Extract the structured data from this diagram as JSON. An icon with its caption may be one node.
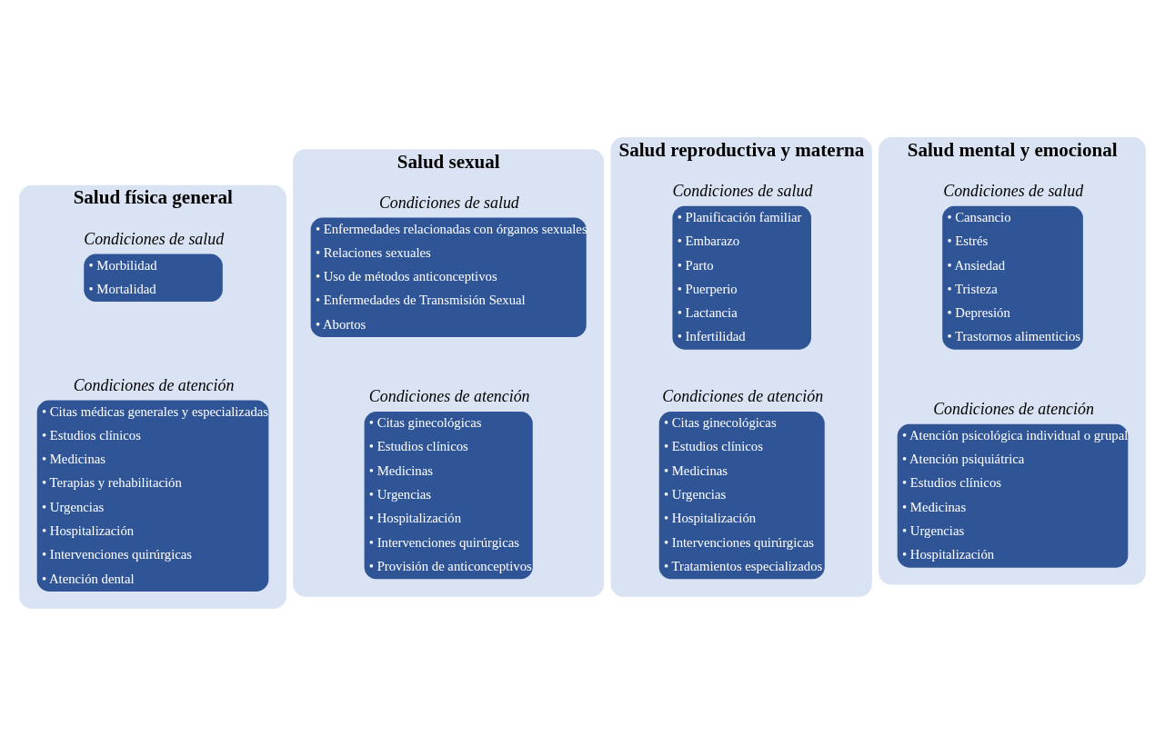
{
  "diagram": {
    "nodes": [
      {
        "text": [
          "Salud física general"
        ]
      },
      {
        "text": [
          "Condiciones de salud",
          "• Morbilidad",
          "• Mortalidad"
        ],
        "in": 0
      },
      {
        "text": [
          "Condiciones de atención",
          "• Citas médicas generales y especializadas",
          "• Estudios clínicos",
          "• Medicinas",
          "• Terapias y rehabilitación",
          "• Urgencias",
          "• Hospitalización",
          "• Intervenciones quirúrgicas",
          "• Atención dental"
        ],
        "in": 0
      },
      {
        "text": [
          "Salud sexual"
        ]
      },
      {
        "text": [
          "Condiciones de salud",
          "• Enfermedades relacionadas con órganos sexuales",
          "• Relaciones sexuales",
          "• Uso de métodos anticonceptivos",
          "• Enfermedades de Transmisión Sexual",
          "• Abortos"
        ],
        "in": 3
      },
      {
        "text": [
          "Condiciones de atención",
          "• Citas ginecológicas",
          "• Estudios clínicos",
          "• Medicinas",
          "• Urgencias",
          "• Hospitalización",
          "• Intervenciones quirúrgicas",
          "• Provisión de anticonceptivos"
        ],
        "in": 3
      },
      {
        "text": [
          "Salud reproductiva y materna"
        ]
      },
      {
        "text": [
          "Condiciones de salud",
          "• Planificación familiar",
          "• Embarazo",
          "• Parto",
          "• Puerperio",
          "• Lactancia",
          "• Infertilidad"
        ],
        "in": 6
      },
      {
        "text": [
          "Condiciones de atención",
          "• Citas ginecológicas",
          "• Estudios clínicos",
          "• Medicinas",
          "• Urgencias",
          "• Hospitalización",
          "• Intervenciones quirúrgicas",
          "• Tratamientos especializados"
        ],
        "in": 6
      },
      {
        "text": [
          "Salud mental y emocional"
        ]
      },
      {
        "text": [
          "Condiciones de salud",
          "• Cansancio",
          "• Estrés",
          "• Ansiedad",
          "• Tristeza",
          "• Depresión",
          "• Trastornos alimenticios"
        ],
        "in": 9
      },
      {
        "text": [
          "Condiciones de atención",
          "• Atención psicológica individual o grupal",
          "• Atención psiquiátrica",
          "• Estudios clínicos",
          "• Medicinas",
          "• Urgencias",
          "• Hospitalización"
        ],
        "in": 9
      }
    ],
    "edges": []
  }
}
